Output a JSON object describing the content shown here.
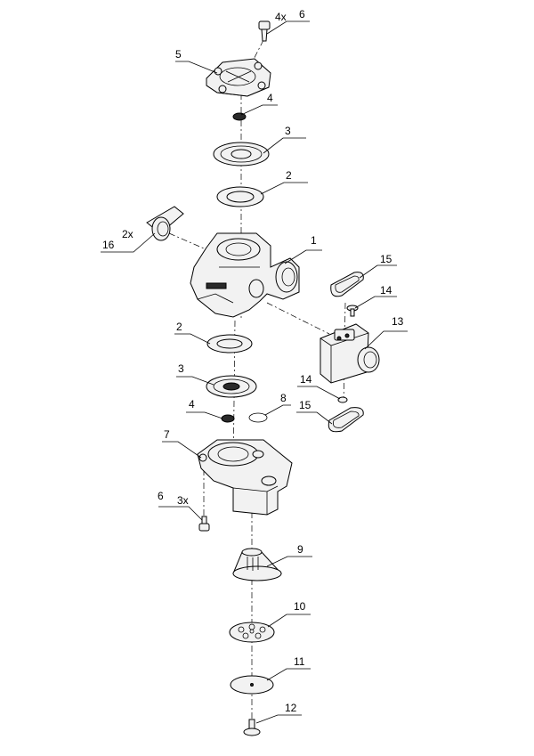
{
  "callouts": [
    {
      "id": "c6_top",
      "num": "6",
      "qty": "4x"
    },
    {
      "id": "c5",
      "num": "5"
    },
    {
      "id": "c4_top",
      "num": "4"
    },
    {
      "id": "c3_top",
      "num": "3"
    },
    {
      "id": "c2_top",
      "num": "2"
    },
    {
      "id": "c16",
      "num": "16",
      "qty": "2x"
    },
    {
      "id": "c1",
      "num": "1"
    },
    {
      "id": "c15_top",
      "num": "15"
    },
    {
      "id": "c14_top",
      "num": "14"
    },
    {
      "id": "c13",
      "num": "13"
    },
    {
      "id": "c2_mid",
      "num": "2"
    },
    {
      "id": "c3_mid",
      "num": "3"
    },
    {
      "id": "c14_bot",
      "num": "14"
    },
    {
      "id": "c4_mid",
      "num": "4"
    },
    {
      "id": "c8",
      "num": "8"
    },
    {
      "id": "c15_bot",
      "num": "15"
    },
    {
      "id": "c7",
      "num": "7"
    },
    {
      "id": "c6_bot",
      "num": "6",
      "qty": "3x"
    },
    {
      "id": "c9",
      "num": "9"
    },
    {
      "id": "c10",
      "num": "10"
    },
    {
      "id": "c11",
      "num": "11"
    },
    {
      "id": "c12",
      "num": "12"
    }
  ]
}
